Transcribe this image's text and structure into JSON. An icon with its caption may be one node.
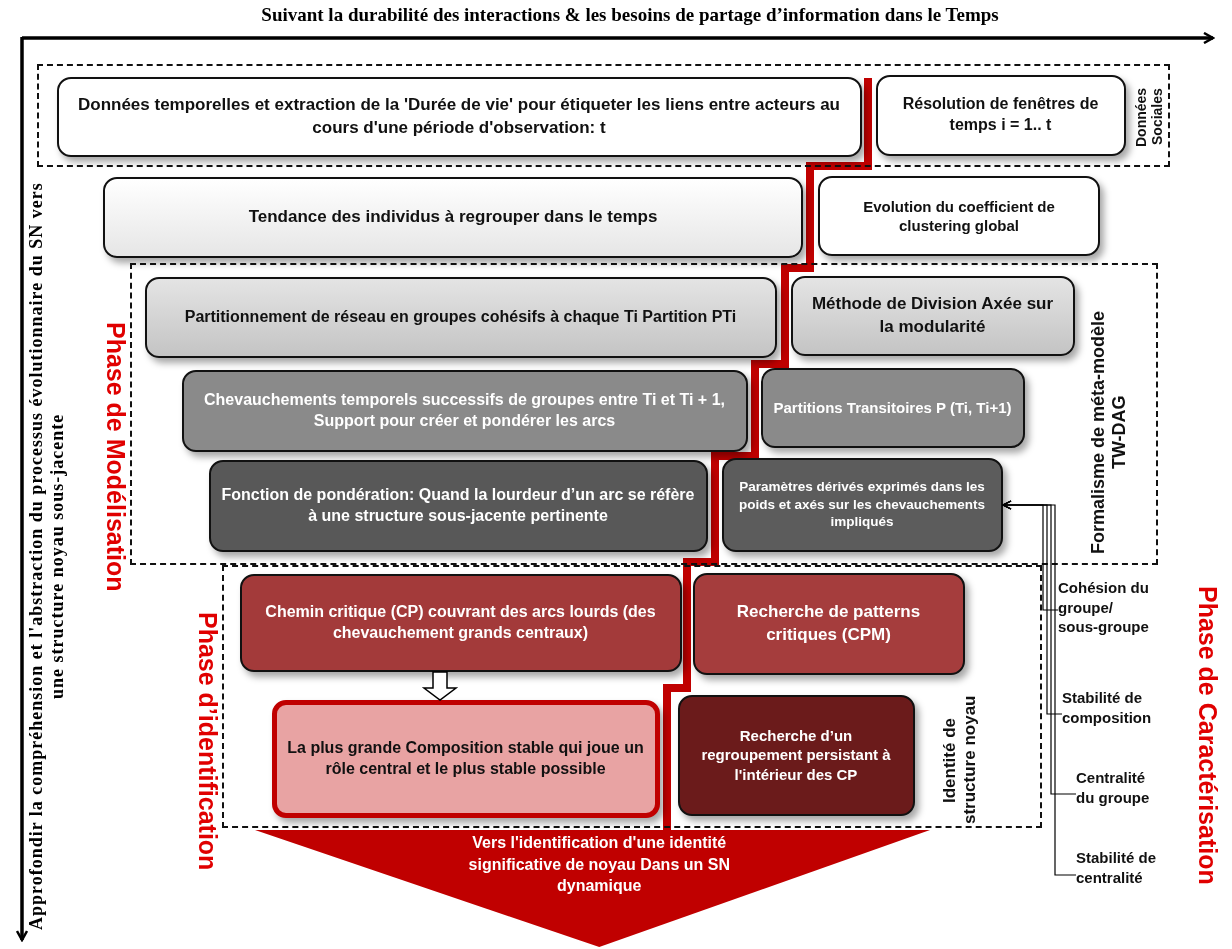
{
  "diagram": {
    "nodes": [
      {
        "text": [
          "Données Sociales"
        ]
      },
      {
        "text": [
          "Données temporelles et extraction de la 'Durée de vie' pour étiqueter les liens entre acteurs au cours d'une période d'observation: t"
        ],
        "in": 0
      },
      {
        "text": [
          "Résolution de fenêtres de temps  i = 1.. t"
        ],
        "in": 0
      },
      {
        "text": [
          "Tendance des individus à regrouper dans le temps"
        ]
      },
      {
        "text": [
          "Evolution du coefficient de clustering global"
        ]
      },
      {
        "text": [
          "Formalisme de méta-modèle TW-DAG"
        ]
      },
      {
        "text": [
          "Partitionnement de réseau en groupes cohésifs à chaque Ti Partition PTi"
        ],
        "in": 5
      },
      {
        "text": [
          "Méthode de Division Axée sur la modularité"
        ],
        "in": 5
      },
      {
        "text": [
          "Chevauchements temporels successifs de groupes entre Ti et Ti + 1, Support pour créer et pondérer les arcs"
        ],
        "in": 5
      },
      {
        "text": [
          "Partitions Transitoires P (Ti, Ti+1)"
        ],
        "in": 5
      },
      {
        "text": [
          "Fonction de pondération: Quand la lourdeur d’un arc se réfère à une structure sous-jacente pertinente"
        ],
        "in": 5
      },
      {
        "text": [
          "Paramètres dérivés exprimés dans les poids et axés sur les chevauchements impliqués"
        ],
        "in": 5
      },
      {
        "text": [
          "Identité de structure noyau"
        ]
      },
      {
        "text": [
          "Chemin critique (CP) couvrant des arcs lourds (des chevauchement grands centraux)"
        ],
        "in": 12
      },
      {
        "text": [
          "Recherche de patterns critiques (CPM)"
        ],
        "in": 12
      },
      {
        "text": [
          "La plus grande Composition stable qui  joue un rôle central et le plus stable possible"
        ],
        "in": 12
      },
      {
        "text": [
          "Recherche d’un regroupement persistant à l'intérieur des CP"
        ],
        "in": 12
      },
      {
        "text": [
          "Vers l'identification d'une identité significative de noyau Dans un SN dynamique"
        ]
      },
      {
        "text": [
          "Cohésion du groupe/ sous-groupe"
        ]
      },
      {
        "text": [
          "Stabilité de composition"
        ]
      },
      {
        "text": [
          "Centralité du groupe"
        ]
      },
      {
        "text": [
          "Stabilité de centralité"
        ]
      }
    ],
    "edges": [
      {
        "from": 13,
        "to": 15,
        "arrow": "to",
        "style": "thick",
        "color": "#ffffff"
      },
      {
        "from": 18,
        "to": 11,
        "arrow": "to"
      },
      {
        "from": 19,
        "to": 11,
        "arrow": "to"
      },
      {
        "from": 20,
        "to": 11,
        "arrow": "to"
      },
      {
        "from": 21,
        "to": 11,
        "arrow": "to"
      }
    ],
    "labels": [
      "Suivant la durabilité des interactions & les besoins de partage d’information dans le Temps",
      "Approfondir la compréhension et l'abstraction du processus évolutionnaire du SN vers une structure noyau sous-jacente",
      "Phase de Modélisation",
      "Phase d’identification",
      "Phase de Caractérisation"
    ]
  }
}
